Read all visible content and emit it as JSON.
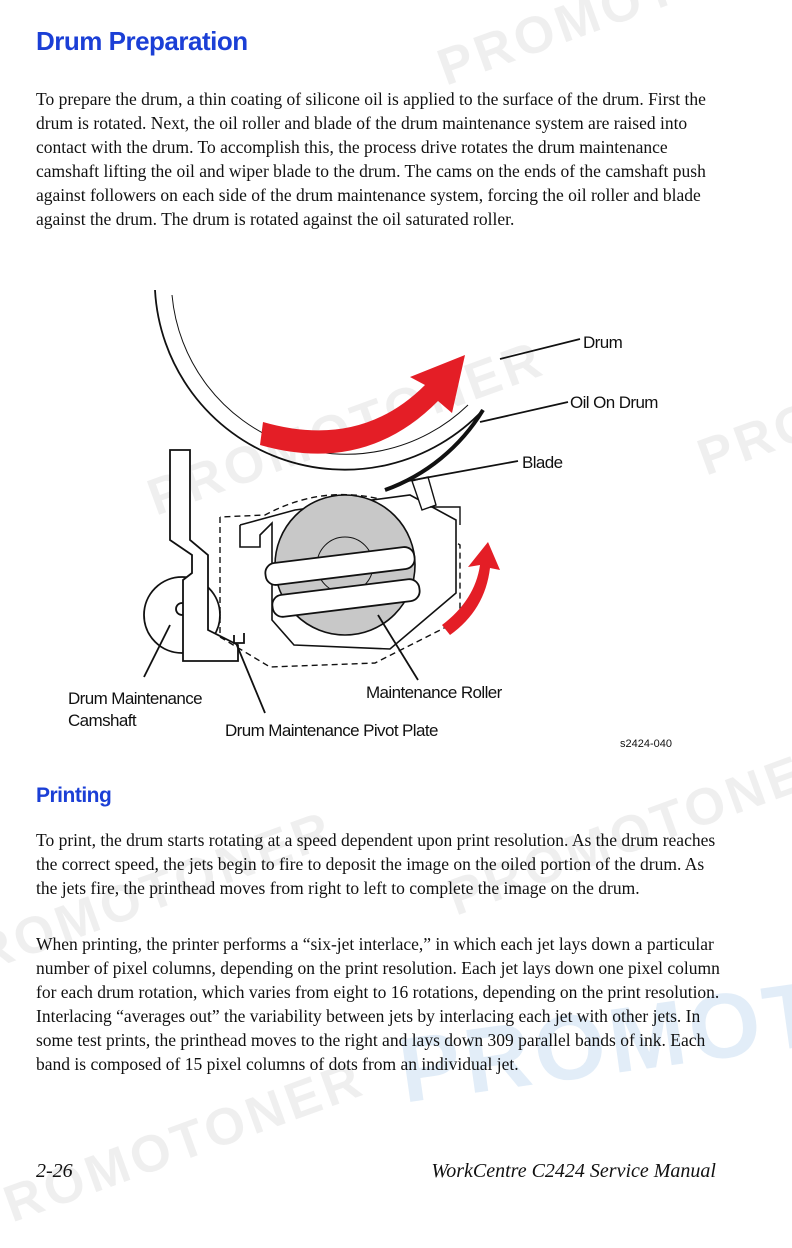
{
  "page": {
    "title": "Drum Preparation",
    "intro_paragraph": "To prepare the drum, a thin coating of silicone oil is applied to the surface of the drum. First the drum is rotated. Next, the oil roller and blade of the drum maintenance system are raised into contact with the drum. To accomplish this, the process drive rotates the drum maintenance camshaft lifting the oil and wiper blade to the drum. The cams on the ends of the camshaft push against followers on each side of the drum maintenance system, forcing the oil roller and blade against the drum. The drum is rotated against the oil saturated roller.",
    "printing_heading": "Printing",
    "printing_paragraph_1": "To print, the drum starts rotating at a speed dependent upon print resolution. As the drum reaches the correct speed, the jets begin to fire to deposit the image on the oiled portion of the drum. As the jets fire, the printhead moves from right to left to complete the image on the drum.",
    "printing_paragraph_2": "When printing, the printer performs a “six-jet interlace,” in which each jet lays down a particular number of pixel columns, depending on the print resolution. Each jet lays down one pixel column for each drum rotation, which varies from eight to 16 rotations, depending on the print resolution. Interlacing “averages out” the variability between jets by interlacing each jet with other jets. In some test prints, the printhead moves to the right and lays down 309 parallel bands of ink. Each band is composed of 15 pixel columns of dots from an individual jet."
  },
  "figure": {
    "labels": {
      "drum": "Drum",
      "oil_on_drum": "Oil On Drum",
      "blade": "Blade",
      "maintenance_roller": "Maintenance Roller",
      "camshaft_line1": "Drum Maintenance",
      "camshaft_line2": "Camshaft",
      "pivot_plate": "Drum Maintenance Pivot Plate"
    },
    "figure_code": "s2424-040",
    "arrow_color": "#e41e26",
    "roller_color": "#c8c8c8"
  },
  "footer": {
    "page_number": "2-26",
    "manual_title": "WorkCentre C2424 Service Manual"
  },
  "watermark": {
    "text": "PROMOTONER",
    "big_text": "PROMOT"
  }
}
